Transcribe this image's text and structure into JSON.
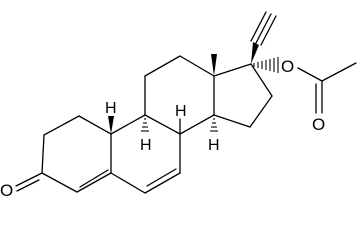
{
  "molecule": {
    "atom_labels": {
      "ketone_oxygen": "O",
      "ester_oxygen": "O",
      "carbonyl_oxygen": "O",
      "h9": "H",
      "h8": "H",
      "h14": "H",
      "h10": "H"
    }
  },
  "colors": {
    "bond": "#000000",
    "background": "#ffffff"
  }
}
